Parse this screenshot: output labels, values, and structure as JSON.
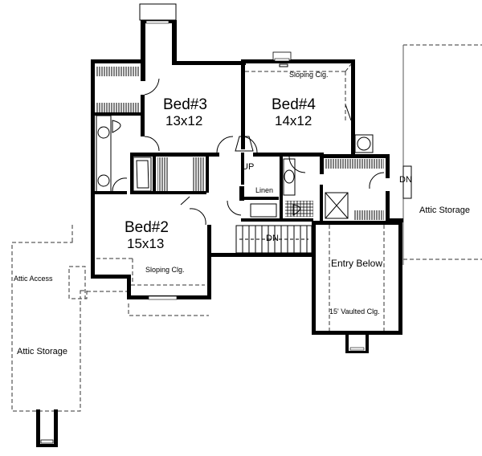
{
  "plan": {
    "rooms": [
      {
        "id": "bed3",
        "name": "Bed#3",
        "dims": "13x12"
      },
      {
        "id": "bed4",
        "name": "Bed#4",
        "dims": "14x12"
      },
      {
        "id": "bed2",
        "name": "Bed#2",
        "dims": "15x13"
      }
    ],
    "labels": {
      "bed4_ceiling": "Sloping Clg.",
      "bed2_ceiling": "Sloping Clg.",
      "linen": "Linen",
      "stairs_up": "UP",
      "stairs_down": "DN",
      "attic_down": "DN",
      "entry_below": "Entry Below",
      "vaulted": "15' Vaulted Clg.",
      "attic_storage_right": "Attic Storage",
      "attic_storage_left": "Attic Storage",
      "attic_access": "Attic Access"
    },
    "colors": {
      "wall": "#000000",
      "background": "#ffffff",
      "dashed": "#333333"
    }
  }
}
